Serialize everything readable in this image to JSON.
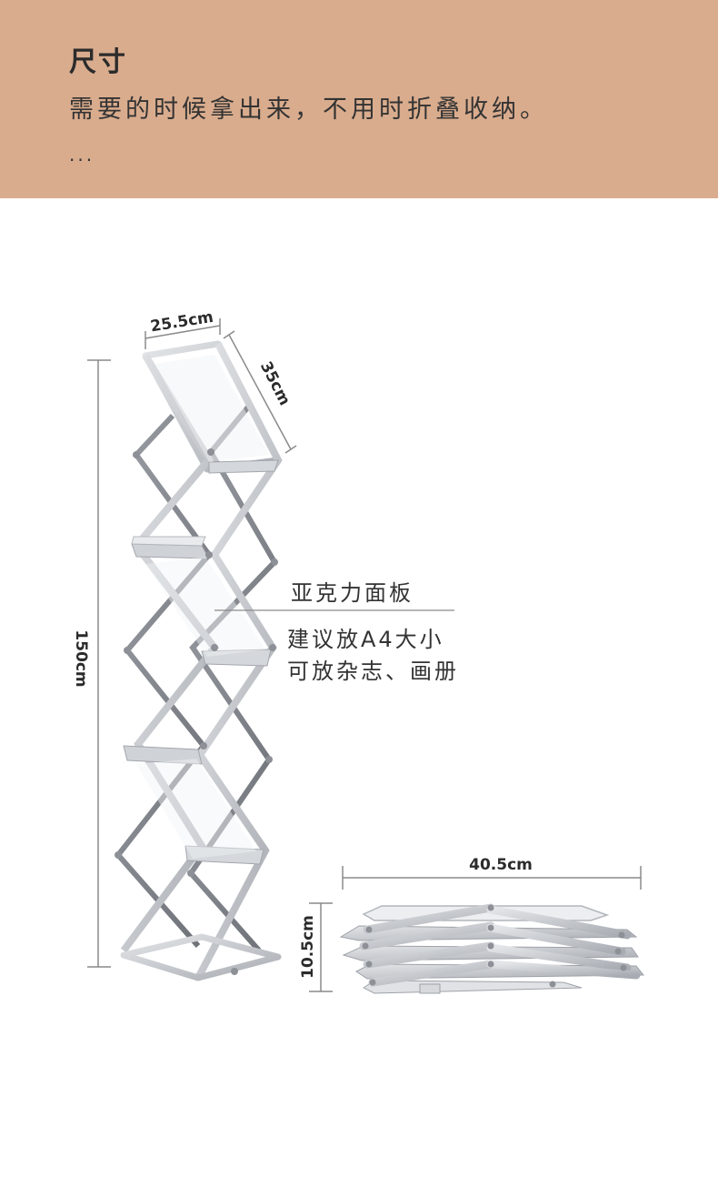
{
  "header": {
    "title": "尺寸",
    "subtitle": "需要的时候拿出来，不用时折叠收纳。",
    "more": "..."
  },
  "dimensions": {
    "width": "25.5cm",
    "depth": "35cm",
    "height": "150cm",
    "folded_length": "40.5cm",
    "folded_height": "10.5cm"
  },
  "annotation": {
    "panel": "亚克力面板",
    "suggest": "建议放A4大小",
    "capacity": "可放杂志、画册"
  },
  "colors": {
    "header_bg": "#d9ac8d",
    "frame": "#c6c8cc",
    "frame_dark": "#7e8288",
    "dim_line": "#8a8a8a"
  }
}
